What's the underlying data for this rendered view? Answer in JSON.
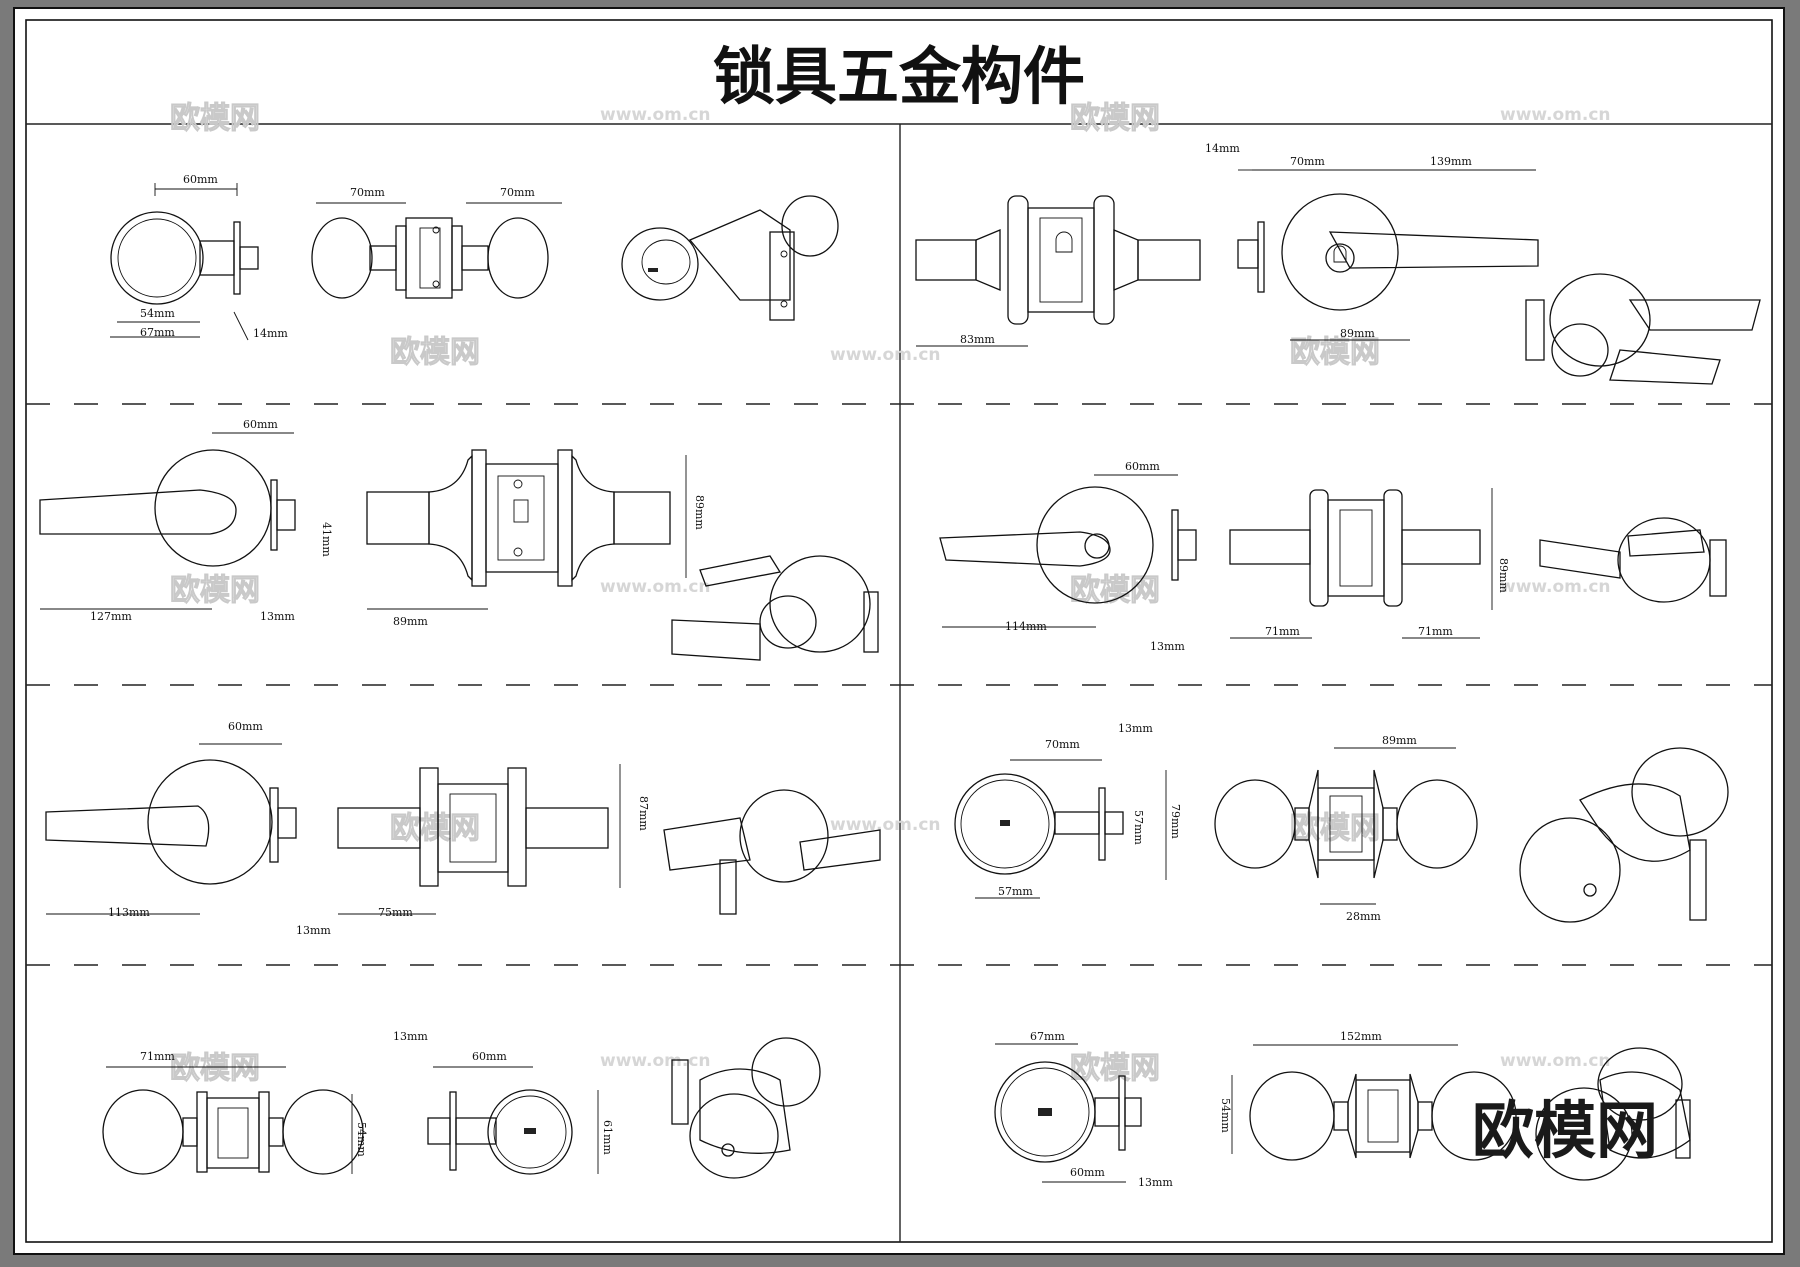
{
  "sheet": {
    "title": "锁具五金构件",
    "logo": "欧模网"
  },
  "watermarks": [
    "欧模网",
    "www.om.cn"
  ],
  "dimensions": {
    "r1_left": [
      "60mm",
      "70mm",
      "70mm",
      "54mm",
      "67mm",
      "14mm"
    ],
    "r1_right": [
      "14mm",
      "70mm",
      "139mm",
      "83mm",
      "89mm"
    ],
    "r2_left": [
      "60mm",
      "41mm",
      "89mm",
      "127mm",
      "13mm",
      "89mm"
    ],
    "r2_right": [
      "60mm",
      "89mm",
      "114mm",
      "13mm",
      "71mm",
      "71mm"
    ],
    "r3_left": [
      "60mm",
      "87mm",
      "113mm",
      "13mm",
      "75mm"
    ],
    "r3_right": [
      "70mm",
      "13mm",
      "89mm",
      "57mm",
      "79mm",
      "57mm",
      "28mm"
    ],
    "r4_left": [
      "71mm",
      "54mm",
      "13mm",
      "60mm",
      "61mm"
    ],
    "r4_right": [
      "67mm",
      "152mm",
      "54mm",
      "60mm",
      "13mm"
    ]
  }
}
